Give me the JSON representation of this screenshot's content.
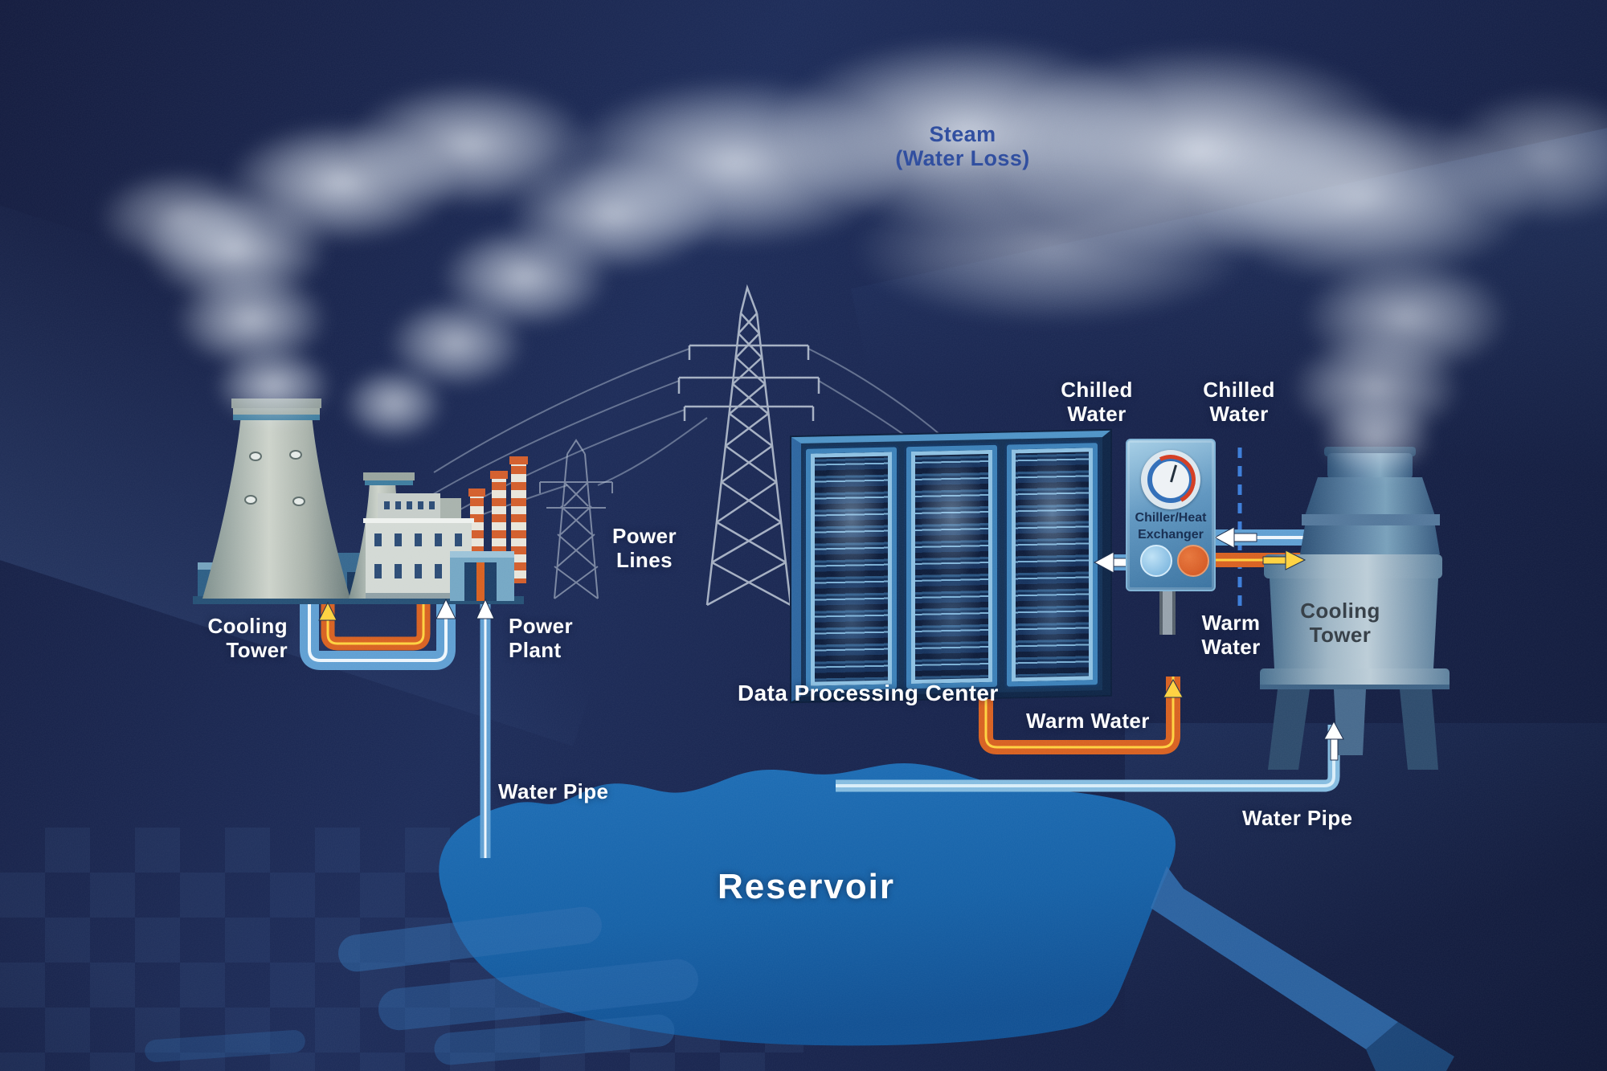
{
  "title": "Data center cooling water cycle illustration",
  "labels": {
    "steam": {
      "line1": "Steam",
      "line2": "(Water Loss)"
    },
    "cooling_tower_left": {
      "line1": "Cooling",
      "line2": "Tower"
    },
    "power_plant": {
      "line1": "Power",
      "line2": "Plant"
    },
    "power_lines": {
      "line1": "Power",
      "line2": "Lines"
    },
    "chilled_water_left": {
      "line1": "Chilled",
      "line2": "Water"
    },
    "chilled_water_right": {
      "line1": "Chilled",
      "line2": "Water"
    },
    "chiller_heat_exchanger": {
      "line1": "Chiller/Heat",
      "line2": "Exchanger"
    },
    "warm_water_right": {
      "line1": "Warm",
      "line2": "Water"
    },
    "cooling_tower_right": {
      "line1": "Cooling",
      "line2": "Tower"
    },
    "data_processing_center": "Data Processing Center",
    "warm_water_bottom": "Warm Water",
    "water_pipe_left": "Water Pipe",
    "water_pipe_right": "Water Pipe",
    "reservoir": "Reservoir"
  },
  "colors": {
    "background_navy": "#16204a",
    "steam_label_blue": "#2b4a9d",
    "pipe_blue": "#5f9fd2",
    "pipe_light_blue": "#85bce0",
    "pipe_orange": "#d8601f",
    "pipe_yellow_core": "#ffd23e",
    "reservoir_blue": "#1565ae",
    "label_white": "#ffffff",
    "tower_label_dark": "#333c44",
    "chiller_label_navy": "#132a4e"
  }
}
